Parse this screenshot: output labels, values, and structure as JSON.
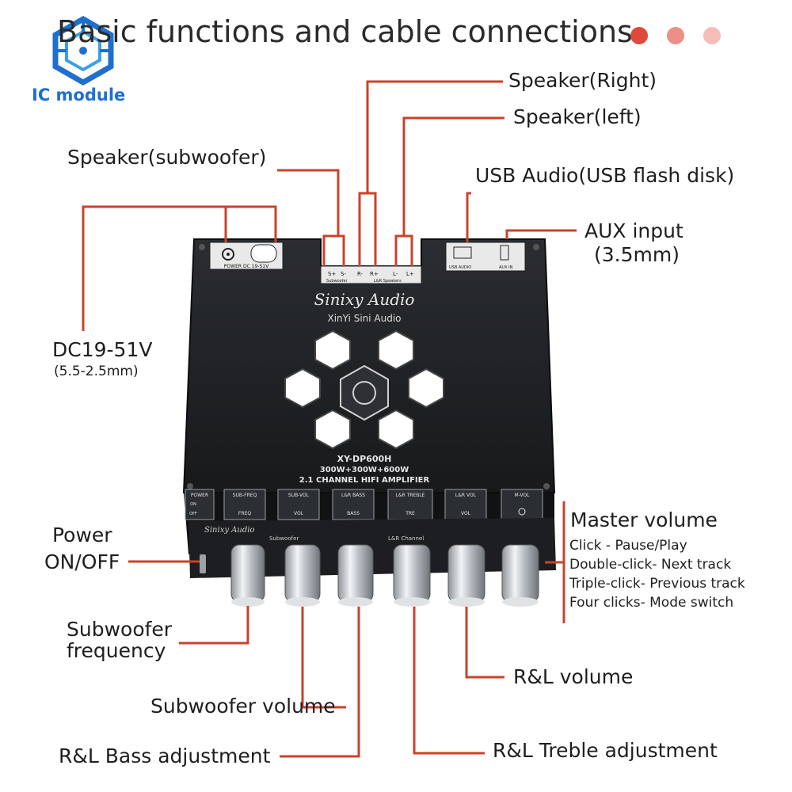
{
  "title": "Basic functions and cable connections",
  "colors": {
    "accent": "#c8432b",
    "dot1": "#dd4a3b",
    "dot2": "#ec8f86",
    "dot3": "#f4bdb7",
    "brand_blue": "#1f6fd0",
    "board": "#202326"
  },
  "logo": {
    "text": "IC module"
  },
  "callouts": {
    "speaker_right": "Speaker(Right)",
    "speaker_left": "Speaker(left)",
    "speaker_subwoofer": "Speaker(subwoofer)",
    "usb_audio": "USB Audio(USB flash disk)",
    "aux_input": "AUX input",
    "aux_input_size": "(3.5mm)",
    "dc_input": "DC19-51V",
    "dc_input_size": "(5.5-2.5mm)",
    "power": "Power",
    "power_onoff": "ON/OFF",
    "master_volume": "Master volume",
    "master_volume_notes": [
      "Click - Pause/Play",
      "Double-click- Next track",
      "Triple-click- Previous track",
      "Four clicks- Mode switch"
    ],
    "sub_frequency_1": "Subwoofer",
    "sub_frequency_2": "frequency",
    "sub_volume": "Subwoofer volume",
    "rl_bass": "R&L Bass adjustment",
    "rl_volume": "R&L volume",
    "rl_treble": "R&L Treble adjustment"
  },
  "board": {
    "brand": "Sinixy Audio",
    "maker": "XinYi Sini Audio",
    "model": "XY-DP600H",
    "power_rating": "300W+300W+600W",
    "description": "2.1 CHANNEL HIFI AMPLIFIER",
    "top_panel": {
      "power_label": "POWER  DC 19-51V",
      "subwoofer_terminals": [
        "S+",
        "S-"
      ],
      "subwoofer_label": "Subwoofer",
      "speaker_terminals": [
        "R-",
        "R+",
        "L-",
        "L+"
      ],
      "speaker_label": "L&R Speakers",
      "usb_label": "USB AUDIO",
      "aux_label": "AUX IN"
    },
    "controls": [
      {
        "title": "SUB-FREQ",
        "sub": "FREQ"
      },
      {
        "title": "SUB-VOL",
        "sub": "VOL"
      },
      {
        "title": "L&R BASS",
        "sub": "BASS"
      },
      {
        "title": "L&R TREBLE",
        "sub": "TRE"
      },
      {
        "title": "L&R VOL",
        "sub": "VOL"
      },
      {
        "title": "M-VOL",
        "sub": ""
      }
    ],
    "power_switch": {
      "title": "POWER",
      "on": "ON",
      "off": "OFF"
    },
    "group_subwoofer": "Subwoofer",
    "group_channel": "L&R Channel"
  }
}
